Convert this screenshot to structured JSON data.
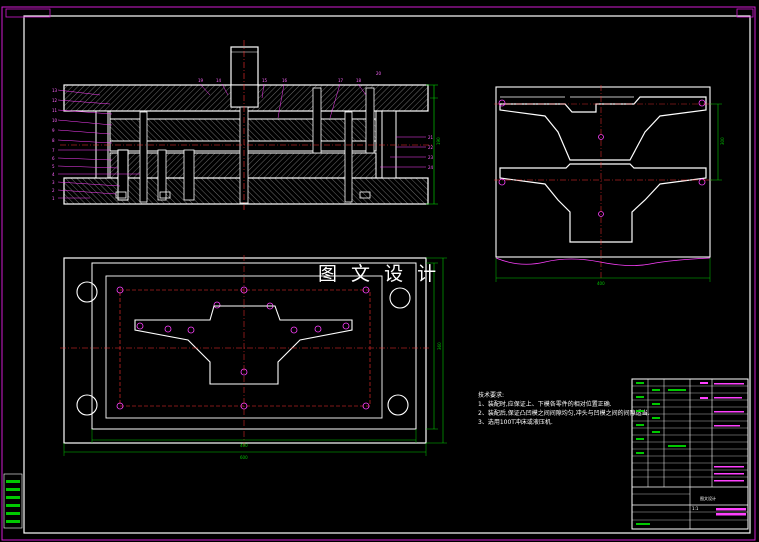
{
  "colors": {
    "background": "#000000",
    "outline": "#ffffff",
    "border": "#d21bd2",
    "centerline": "#ff3030",
    "dimension": "#00c800",
    "leader": "#ff40ff",
    "hatch": "#aaaaaa",
    "label": "#ff66ff"
  },
  "watermark": "图 文 设 计",
  "notes": {
    "title": "技术要求:",
    "items": [
      "1、装配时,应保证上、下模各零件的相对位置正确.",
      "2、装配后,保证凸凹模之间间隙均匀,冲头与凹模之间的间隙适当.",
      "3、选用100T冲床或液压机."
    ]
  },
  "assembly_view": {
    "top_labels": [
      "19",
      "14",
      "15",
      "16",
      "17",
      "18",
      "20"
    ],
    "left_labels": [
      "13",
      "12",
      "11",
      "10",
      "9",
      "8",
      "7",
      "6",
      "5",
      "4",
      "3",
      "2",
      "1"
    ],
    "right_labels": [
      "21",
      "22",
      "23",
      "24"
    ]
  },
  "dimensions": {
    "assembly_height": "190",
    "top_view_width_inner": "400",
    "top_view_width_outer": "600",
    "top_view_height": "360",
    "part_width": "400",
    "part_height": "300"
  },
  "title_block": {
    "title": "图文设计",
    "scale": "1:1"
  }
}
